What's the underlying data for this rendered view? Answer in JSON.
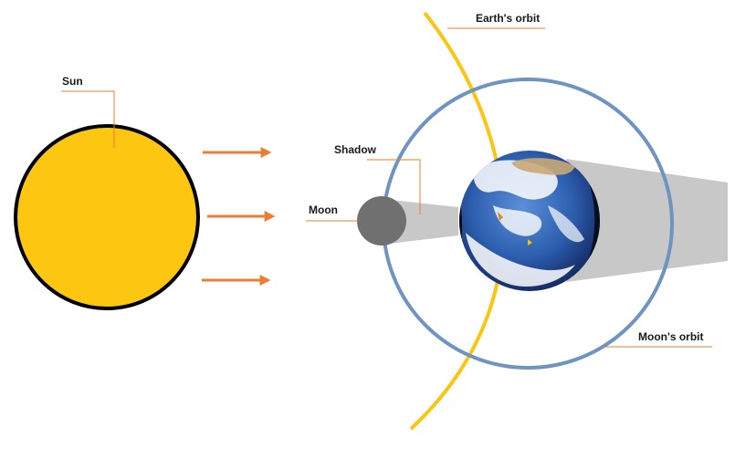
{
  "labels": {
    "sun": "Sun",
    "earths_orbit": "Earth's orbit",
    "shadow": "Shadow",
    "moon": "Moon",
    "moons_orbit": "Moon's orbit"
  },
  "colors": {
    "sun_fill": "#FDC611",
    "sun_outline": "#000000",
    "earth_orbit": "#FCC512",
    "moon_orbit": "#6E94C0",
    "moon_fill": "#707070",
    "shadow": "#C8C8C8",
    "ray_arrow": "#ED7D31",
    "leader_line": "#ED7D31"
  },
  "icons": {
    "earth": "earth-globe-icon",
    "rays": "arrow-right-icon"
  }
}
